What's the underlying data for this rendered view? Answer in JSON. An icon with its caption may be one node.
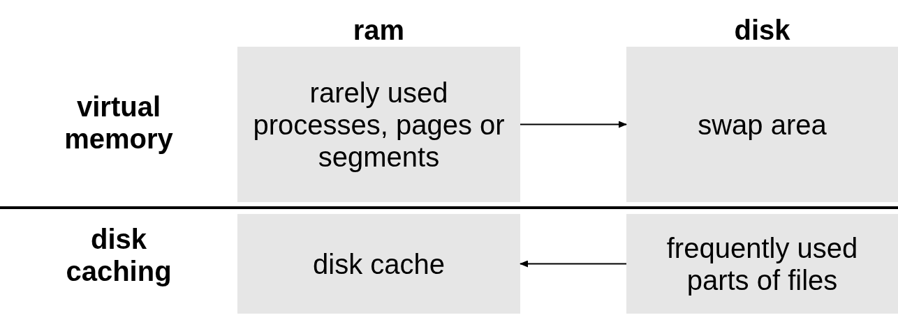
{
  "diagram": {
    "nodes": [
      {
        "text": [
          "rarely used processes, pages or segments"
        ]
      },
      {
        "text": [
          "swap area"
        ]
      },
      {
        "text": [
          "disk cache"
        ]
      },
      {
        "text": [
          "frequently used parts of files"
        ]
      }
    ],
    "edges": [
      {
        "from": 0,
        "to": 1,
        "arrow": "to"
      },
      {
        "from": 3,
        "to": 2,
        "arrow": "to"
      }
    ],
    "labels": [
      "ram",
      "disk",
      "virtual memory",
      "disk caching"
    ]
  }
}
